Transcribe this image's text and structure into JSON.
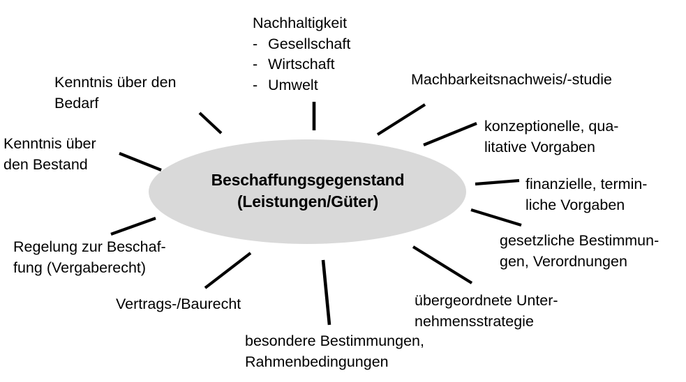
{
  "diagram": {
    "type": "radial-mind-map",
    "center": {
      "name": "beschaffungsgegenstand",
      "lines": [
        "Beschaffungsgegenstand",
        "(Leistungen/Güter)"
      ],
      "fill": "#d9d9d9"
    },
    "line_color": "#000000",
    "text_color": "#000000",
    "background": "#ffffff",
    "nodes": [
      {
        "id": "bedarf",
        "lines": [
          "Kenntnis über den",
          "Bedarf"
        ]
      },
      {
        "id": "nachhaltigkeit",
        "lines": [
          "Nachhaltigkeit"
        ],
        "sub_items": [
          "Gesellschaft",
          "Wirtschaft",
          "Umwelt"
        ],
        "bullet": "-"
      },
      {
        "id": "machbarkeitsnachweis",
        "lines": [
          "Machbarkeitsnachweis/-studie"
        ]
      },
      {
        "id": "konzeptionelle-vorgaben",
        "lines": [
          "konzeptionelle, qua-",
          "litative Vorgaben"
        ]
      },
      {
        "id": "bestand",
        "lines": [
          "Kenntnis über",
          "den Bestand"
        ]
      },
      {
        "id": "finanzielle-vorgaben",
        "lines": [
          "finanzielle, termin-",
          "liche Vorgaben"
        ]
      },
      {
        "id": "gesetzliche-bestimmungen",
        "lines": [
          "gesetzliche Bestimmun-",
          "gen, Verordnungen"
        ]
      },
      {
        "id": "regelung-beschaffung",
        "lines": [
          "Regelung zur Beschaf-",
          "fung (Vergaberecht)"
        ]
      },
      {
        "id": "unternehmensstrategie",
        "lines": [
          "übergeordnete Unter-",
          "nehmensstrategie"
        ]
      },
      {
        "id": "vertrags-baurecht",
        "lines": [
          "Vertrags-/Baurecht"
        ]
      },
      {
        "id": "besondere-bestimmungen",
        "lines": [
          "besondere Bestimmungen,",
          "Rahmenbedingungen"
        ]
      }
    ]
  }
}
